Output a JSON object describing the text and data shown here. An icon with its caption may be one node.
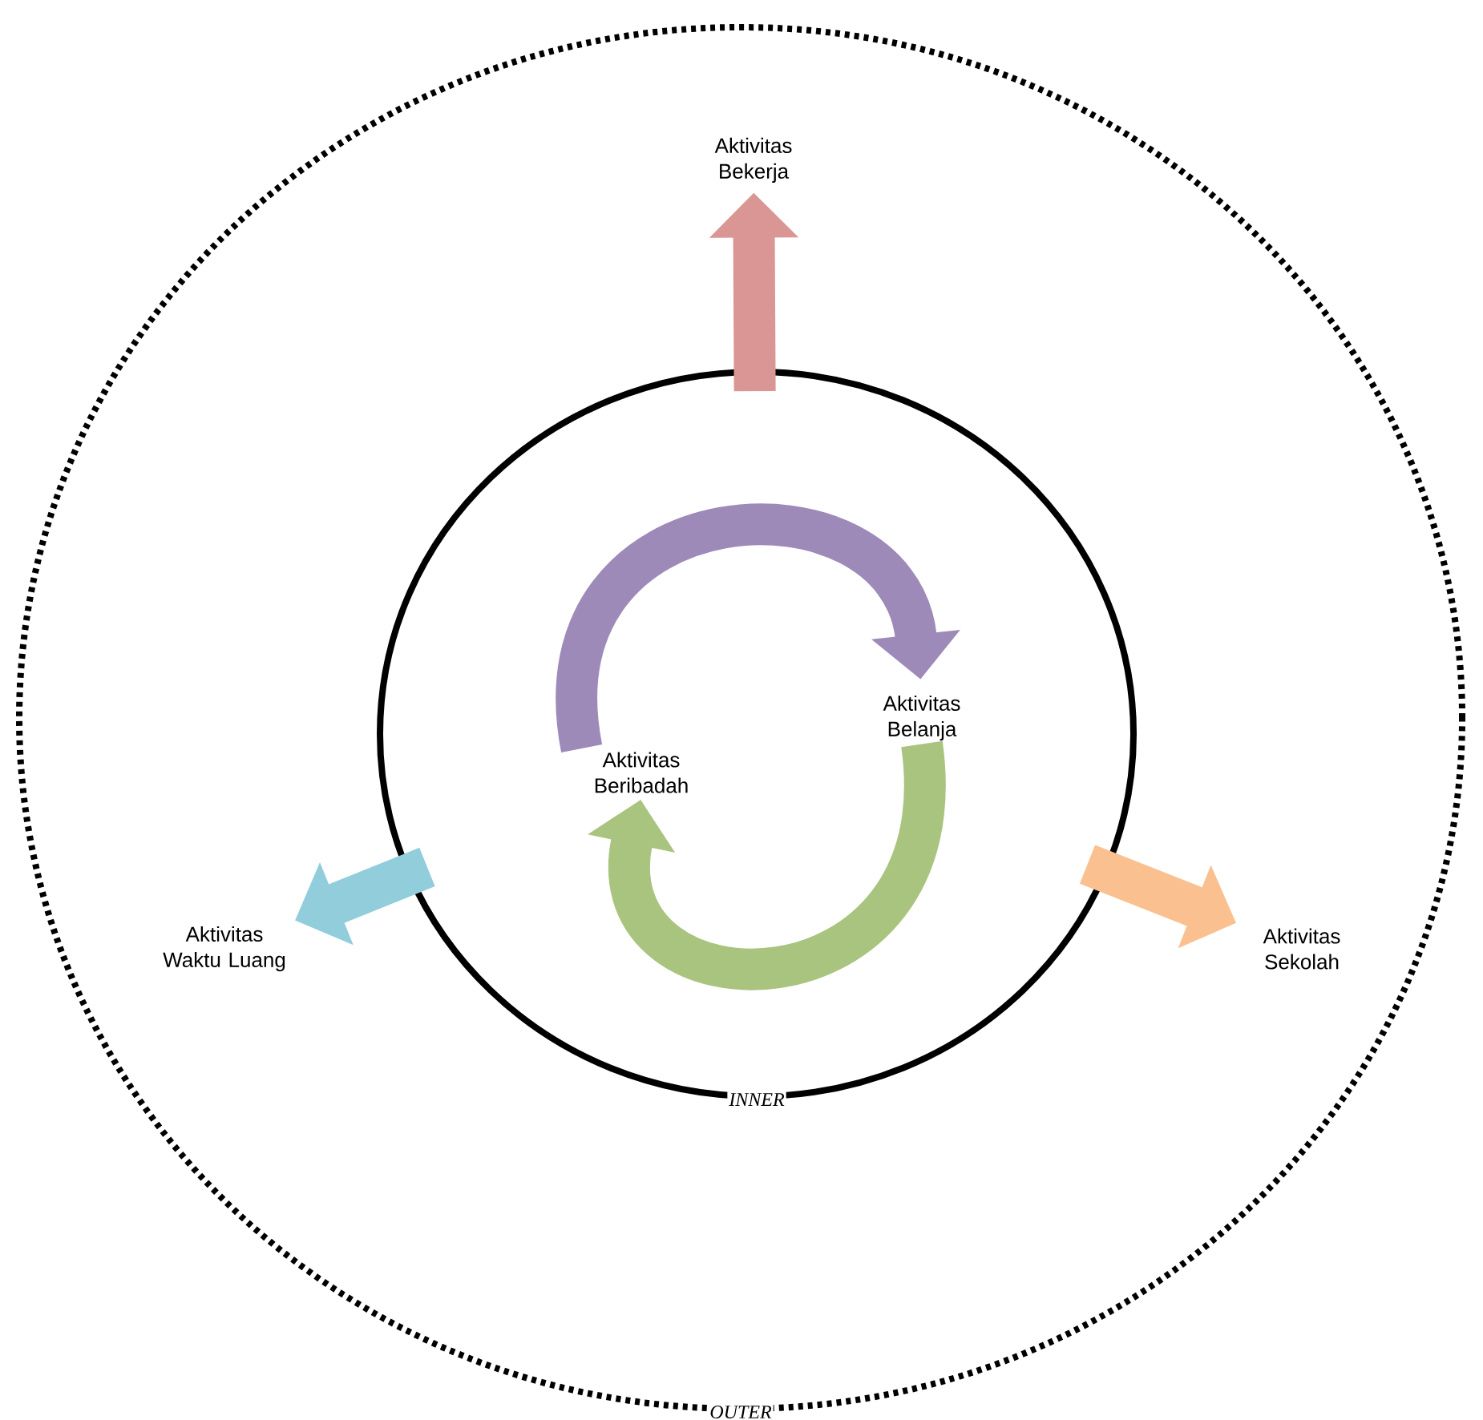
{
  "diagram": {
    "nodes": [
      {
        "text": [
          "OUTER"
        ]
      },
      {
        "text": [
          "INNER"
        ],
        "in": 0
      },
      {
        "text": [
          "Aktivitas Bekerja"
        ],
        "in": 0
      },
      {
        "text": [
          "Aktivitas Waktu Luang"
        ],
        "in": 0
      },
      {
        "text": [
          "Aktivitas Sekolah"
        ],
        "in": 0
      },
      {
        "text": [
          "Aktivitas Belanja"
        ],
        "in": 1
      },
      {
        "text": [
          "Aktivitas Beribadah"
        ],
        "in": 1
      }
    ],
    "edges": [
      {
        "from": 1,
        "to": 2,
        "arrow": "to",
        "color": "#d99694"
      },
      {
        "from": 1,
        "to": 3,
        "arrow": "to",
        "color": "#92cddc"
      },
      {
        "from": 1,
        "to": 4,
        "arrow": "to",
        "color": "#fac090"
      },
      {
        "from": 6,
        "to": 5,
        "arrow": "to",
        "color": "#9d8ab8"
      },
      {
        "from": 5,
        "to": 6,
        "arrow": "to",
        "color": "#a9c47f"
      }
    ]
  }
}
